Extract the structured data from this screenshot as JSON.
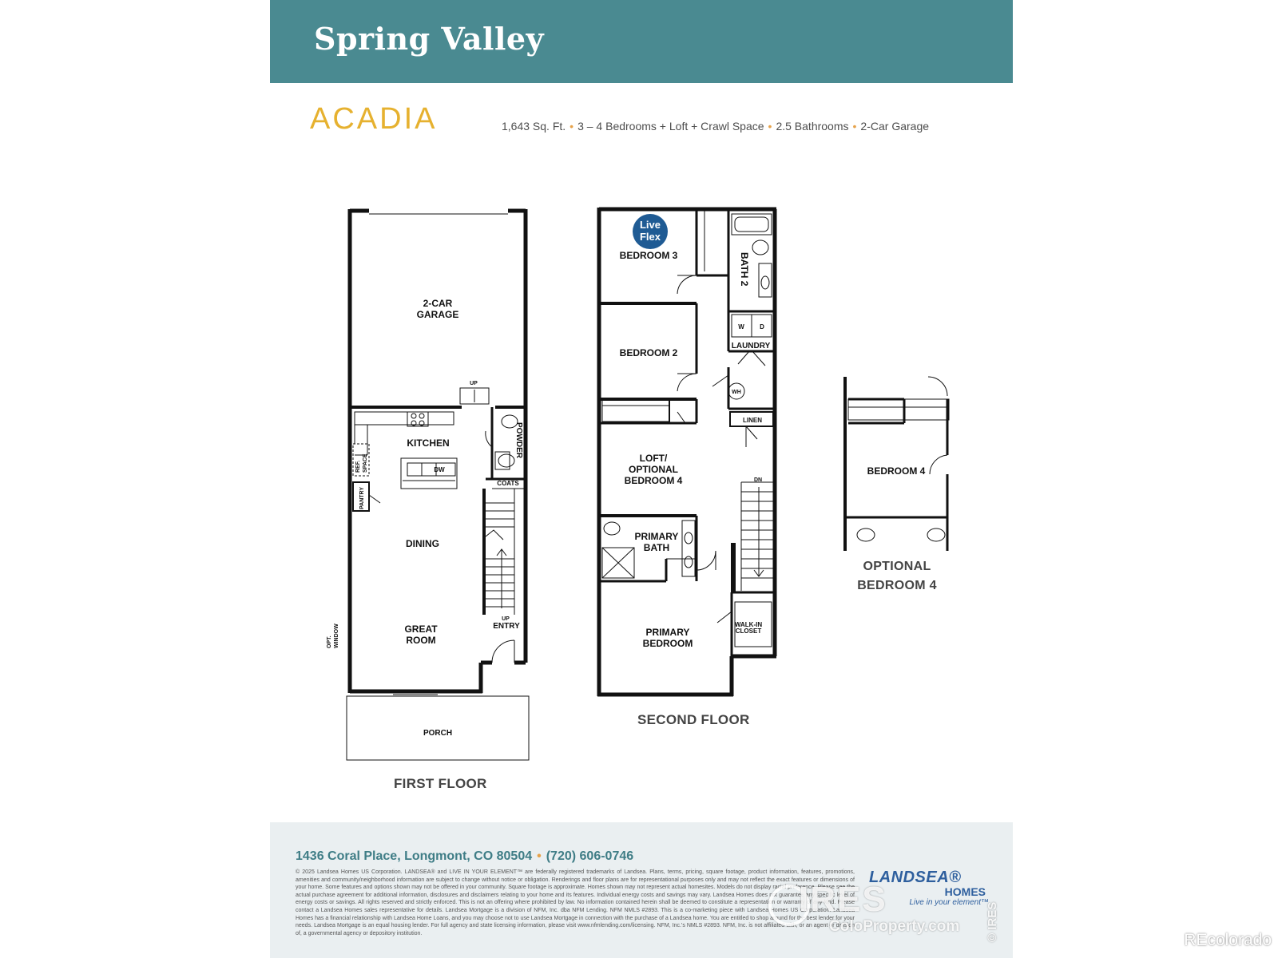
{
  "header": {
    "community": "Spring Valley",
    "plan_name": "ACADIA",
    "specs": [
      "1,643 Sq. Ft.",
      "3 – 4 Bedrooms + Loft + Crawl Space",
      "2.5 Bathrooms",
      "2-Car Garage"
    ]
  },
  "first_floor": {
    "label": "FIRST FLOOR",
    "rooms": {
      "garage_1": "2-CAR",
      "garage_2": "GARAGE",
      "kitchen": "KITCHEN",
      "powder": "POWDER",
      "ref_space_1": "REF.",
      "ref_space_2": "SPACE",
      "pantry": "PANTRY",
      "dw": "DW",
      "coats": "COATS",
      "dining": "DINING",
      "great_room_1": "GREAT",
      "great_room_2": "ROOM",
      "entry": "ENTRY",
      "up_stairs": "UP",
      "up_garage": "UP",
      "opt_window_1": "OPT.",
      "opt_window_2": "WINDOW",
      "porch": "PORCH"
    }
  },
  "second_floor": {
    "label": "SECOND FLOOR",
    "badge": [
      "Live",
      "Flex"
    ],
    "rooms": {
      "bedroom_3": "BEDROOM 3",
      "bath_2": "BATH 2",
      "bedroom_2": "BEDROOM 2",
      "w": "W",
      "d": "D",
      "laundry": "LAUNDRY",
      "wh": "WH",
      "linen": "LINEN",
      "loft_1": "LOFT/",
      "loft_2": "OPTIONAL",
      "loft_3": "BEDROOM 4",
      "dn": "DN",
      "primary_bath_1": "PRIMARY",
      "primary_bath_2": "BATH",
      "walkin_1": "WALK-IN",
      "walkin_2": "CLOSET",
      "primary_bedroom_1": "PRIMARY",
      "primary_bedroom_2": "BEDROOM"
    }
  },
  "optional": {
    "room": "BEDROOM 4",
    "label_1": "OPTIONAL",
    "label_2": "BEDROOM 4"
  },
  "footer": {
    "address": "1436 Coral Place, Longmont, CO 80504",
    "phone": "(720) 606-0746",
    "disclaimer": "© 2025 Landsea Homes US Corporation. LANDSEA® and LIVE IN YOUR ELEMENT™ are federally registered trademarks of Landsea. Plans, terms, pricing, square footage, product information, features, promotions, amenities and community/neighborhood information are subject to change without notice or obligation. Renderings and floor plans are for representational purposes only and may not reflect the exact features or dimensions of your home. Some features and options shown may not be offered in your community. Square footage is approximate. Homes shown may not represent actual homesites. Models do not display racial preference. Please see the actual purchase agreement for additional information, disclosures and disclaimers relating to your home and its features. Individual energy costs and savings may vary. Landsea Homes does not guarantee any specific level of energy costs or savings. All rights reserved and strictly enforced. This is not an offering where prohibited by law. No information contained herein shall be deemed to constitute a representation or warranty of any kind. Please contact a Landsea Homes sales representative for details. Landsea Mortgage is a division of NFM, Inc. dba NFM Lending. NFM NMLS #2893. This is a co-marketing piece with Landsea Homes US Corporation. Landsea Homes has a financial relationship with Landsea Home Loans, and you may choose not to use Landsea Mortgage in connection with the purchase of a Landsea home. You are entitled to shop around for the best lender for your needs. Landsea Mortgage is an equal housing lender. For full agency and state licensing information, please visit www.nfmlending.com/licensing. NFM, Inc.'s NMLS #2893. NFM, Inc. is not affiliated with, or an agent or division of, a governmental agency or depository institution.",
    "brand_name": "LANDSEA®",
    "brand_sub": "HOMES",
    "brand_tagline": "Live in your element™"
  },
  "watermark": {
    "logo": "IRES",
    "site": "ColoProperty.com",
    "copy": "© IRES",
    "corner": "REcolorado"
  },
  "colors": {
    "banner": "#4a8a91",
    "plan_name": "#e6b12f",
    "accent_dot": "#e6a24a",
    "badge": "#1f5b94",
    "brand": "#2e5f9e"
  }
}
